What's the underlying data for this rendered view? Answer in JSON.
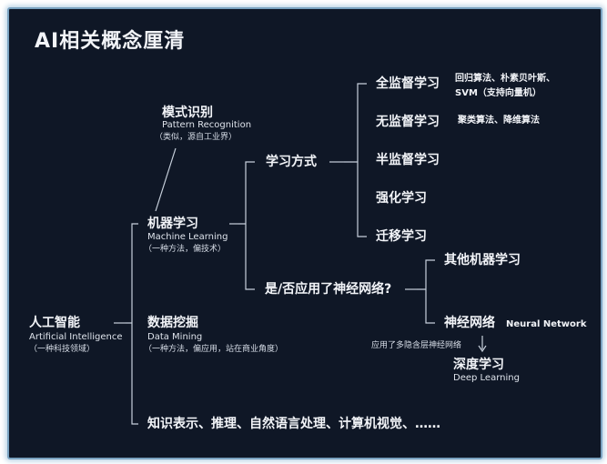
{
  "title": "AI相关概念厘清",
  "nodes": {
    "ai": {
      "zh": "人工智能",
      "en": "Artificial Intelligence",
      "note": "（一种科技领域）"
    },
    "pattern": {
      "zh": "模式识别",
      "en": "Pattern Recognition",
      "note": "（类似，源自工业界）"
    },
    "ml": {
      "zh": "机器学习",
      "en": "Machine Learning",
      "note": "（一种方法，偏技术）"
    },
    "dm": {
      "zh": "数据挖掘",
      "en": "Data Mining",
      "note": "（一种方法，偏应用，站在商业角度）"
    },
    "other": "知识表示、推理、自然语言处理、计算机视觉、……",
    "learning_style": "学习方式",
    "supervised": "全监督学习",
    "supervised_note1": "回归算法、朴素贝叶斯、",
    "supervised_note2": "SVM（支持向量机）",
    "unsupervised": "无监督学习",
    "unsupervised_note": "聚类算法、降维算法",
    "semi": "半监督学习",
    "reinforcement": "强化学习",
    "transfer": "迁移学习",
    "nn_question": "是/否应用了神经网络?",
    "other_ml": "其他机器学习",
    "nn": {
      "zh": "神经网络",
      "en": "Neural Network"
    },
    "nn_note": "应用了多隐含层神经网络",
    "deep": {
      "zh": "深度学习",
      "en": "Deep Learning"
    }
  }
}
